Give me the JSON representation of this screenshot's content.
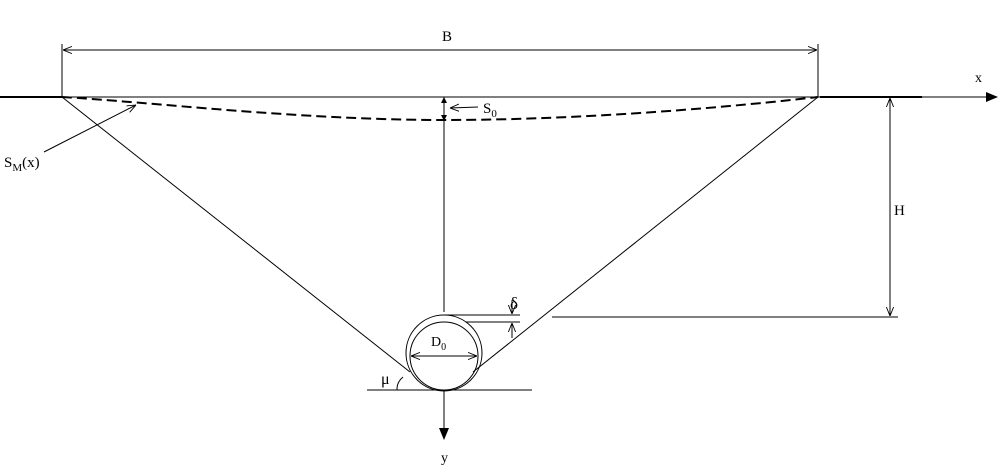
{
  "labels": {
    "B": "B",
    "H": "H",
    "x_axis": "x",
    "y_axis": "y",
    "S0_main": "S",
    "S0_sub": "0",
    "SM_main": "S",
    "SM_sub": "M",
    "SM_arg": "(x)",
    "delta": "δ",
    "D0_main": "D",
    "D0_sub": "0",
    "mu": "μ"
  },
  "colors": {
    "line": "#000000",
    "background": "#ffffff"
  }
}
